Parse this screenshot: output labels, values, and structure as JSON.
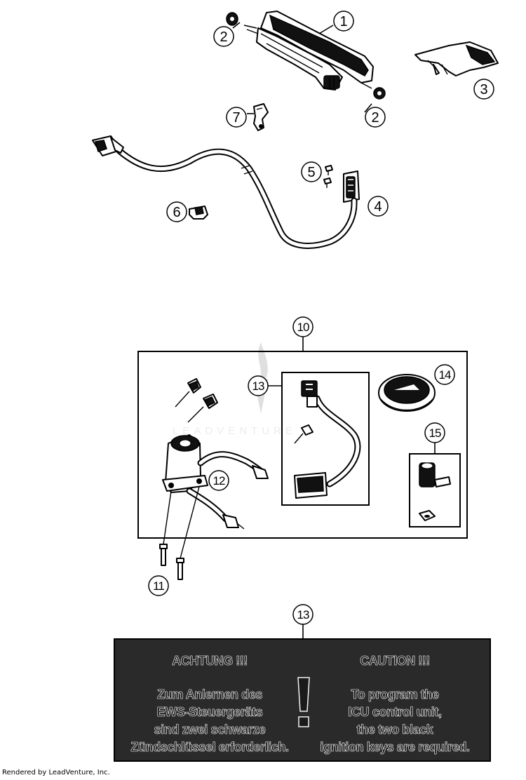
{
  "callouts": [
    "1",
    "2",
    "2",
    "3",
    "4",
    "5",
    "6",
    "7",
    "10",
    "11",
    "12",
    "13",
    "13",
    "14",
    "15"
  ],
  "watermark": "LEADVENTURE",
  "warning": {
    "de_title": "ACHTUNG !!!",
    "de_lines": [
      "Zum Anlernen des",
      "EWS-Steuergeräts",
      "sind zwei schwarze",
      "Zündschlüssel erforderlich."
    ],
    "en_title": "CAUTION !!!",
    "en_lines": [
      "To program the",
      "ICU control unit,",
      "the two black",
      "ignition keys are required."
    ]
  },
  "footer": "Rendered by LeadVenture, Inc."
}
